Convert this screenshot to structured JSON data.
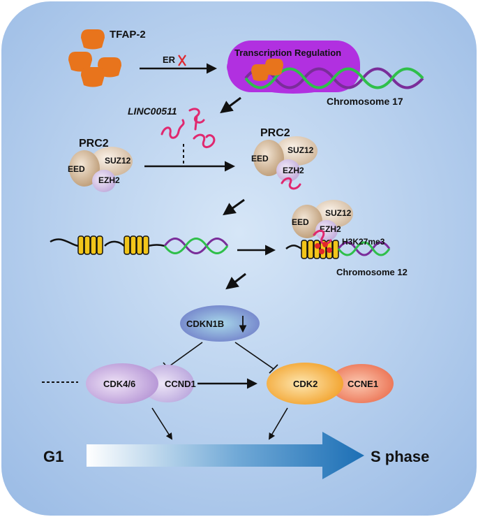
{
  "labels": {
    "tfap2": "TFAP-2",
    "er": "ER",
    "transcription_regulation": "Transcription Regulation",
    "chromosome17": "Chromosome 17",
    "linc": "LINC00511",
    "prc2_left": "PRC2",
    "prc2_right": "PRC2",
    "eed": "EED",
    "suz12": "SUZ12",
    "ezh2": "EZH2",
    "h3k27me3": "H3K27me3",
    "chromosome12": "Chromosome 12",
    "cdkn1b": "CDKN1B",
    "cdk46": "CDK4/6",
    "ccnd1": "CCND1",
    "cdk2": "CDK2",
    "ccne1": "CCNE1",
    "g1": "G1",
    "s_phase": "S phase"
  },
  "colors": {
    "background": "#a9c6e8",
    "tfap2": "#e8741c",
    "transcription_box": "#b130e0",
    "dna_green": "#2fbf4a",
    "dna_purple": "#7a2d9a",
    "rna_pink": "#e0286f",
    "eed": "#c9a98a",
    "suz12": "#ddc9b4",
    "ezh2": "#cdb4e0",
    "nucleosome": "#f2c51a",
    "cdkn1b": "#6a78c8",
    "cdk46": "#b89ad6",
    "ccnd1": "#c3b0e0",
    "cdk2": "#f2a324",
    "ccne1": "#f08060",
    "phase_arrow": "#1c73b8",
    "inhibition_x": "#e0282e",
    "h3k27me3": "#e02828"
  }
}
